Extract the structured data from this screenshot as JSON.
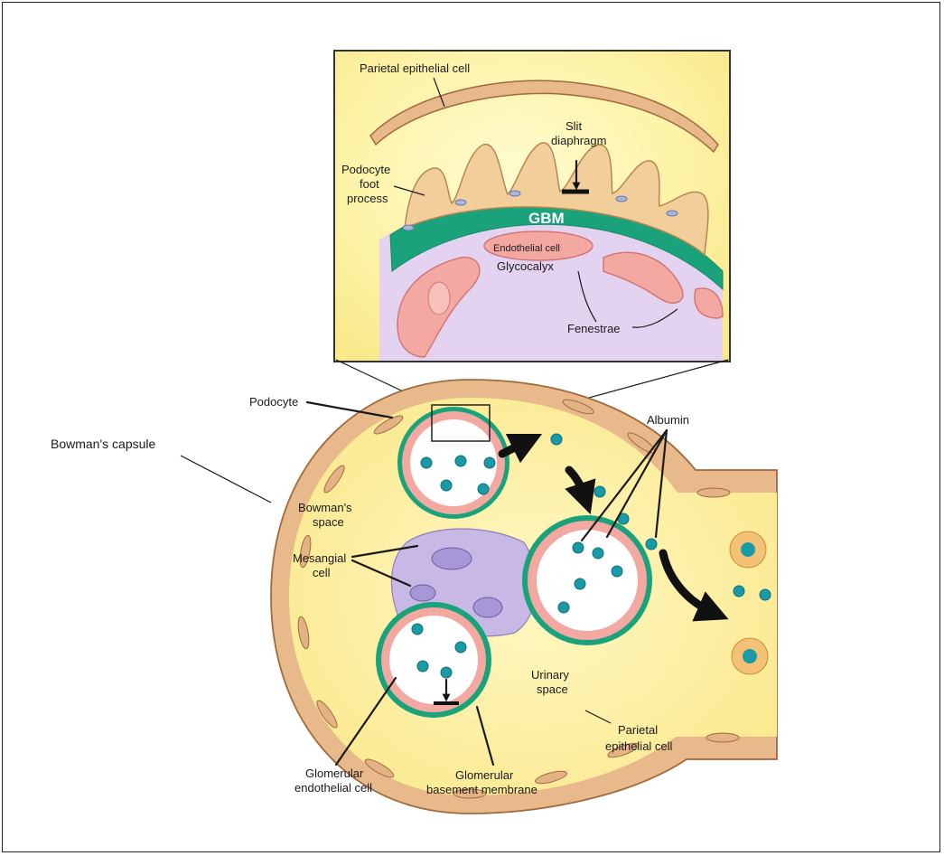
{
  "labels": {
    "parietal_epithelial_cell_top": "Parietal epithelial cell",
    "slit_diaphragm_1": "Slit",
    "slit_diaphragm_2": "diaphragm",
    "podocyte_foot_1": "Podocyte",
    "podocyte_foot_2": "foot",
    "podocyte_foot_3": "process",
    "gbm": "GBM",
    "endothelial_cell": "Endothelial cell",
    "glycocalyx": "Glycocalyx",
    "fenestrae": "Fenestrae",
    "podocyte": "Podocyte",
    "albumin": "Albumin",
    "bowmans_capsule": "Bowman's capsule",
    "bowmans_space_1": "Bowman's",
    "bowmans_space_2": "space",
    "mesangial_1": "Mesangial",
    "mesangial_2": "cell",
    "urinary_1": "Urinary",
    "urinary_2": "space",
    "parietal_bottom_1": "Parietal",
    "parietal_bottom_2": "epithelial cell",
    "glom_endo_1": "Glomerular",
    "glom_endo_2": "endothelial cell",
    "glom_bm_1": "Glomerular",
    "glom_bm_2": "basement membrane"
  },
  "colors": {
    "capsule": "#e8b98a",
    "capsule_outline": "#b07040",
    "space": "#fdf3a8",
    "gbm": "#1aa37a",
    "endothelium": "#f3a3a0",
    "podocyte": "#f2cf9a",
    "mesangium": "#c7b8e6",
    "albumin": "#1a9aa6",
    "glycocalyx": "#d9c2ea"
  }
}
